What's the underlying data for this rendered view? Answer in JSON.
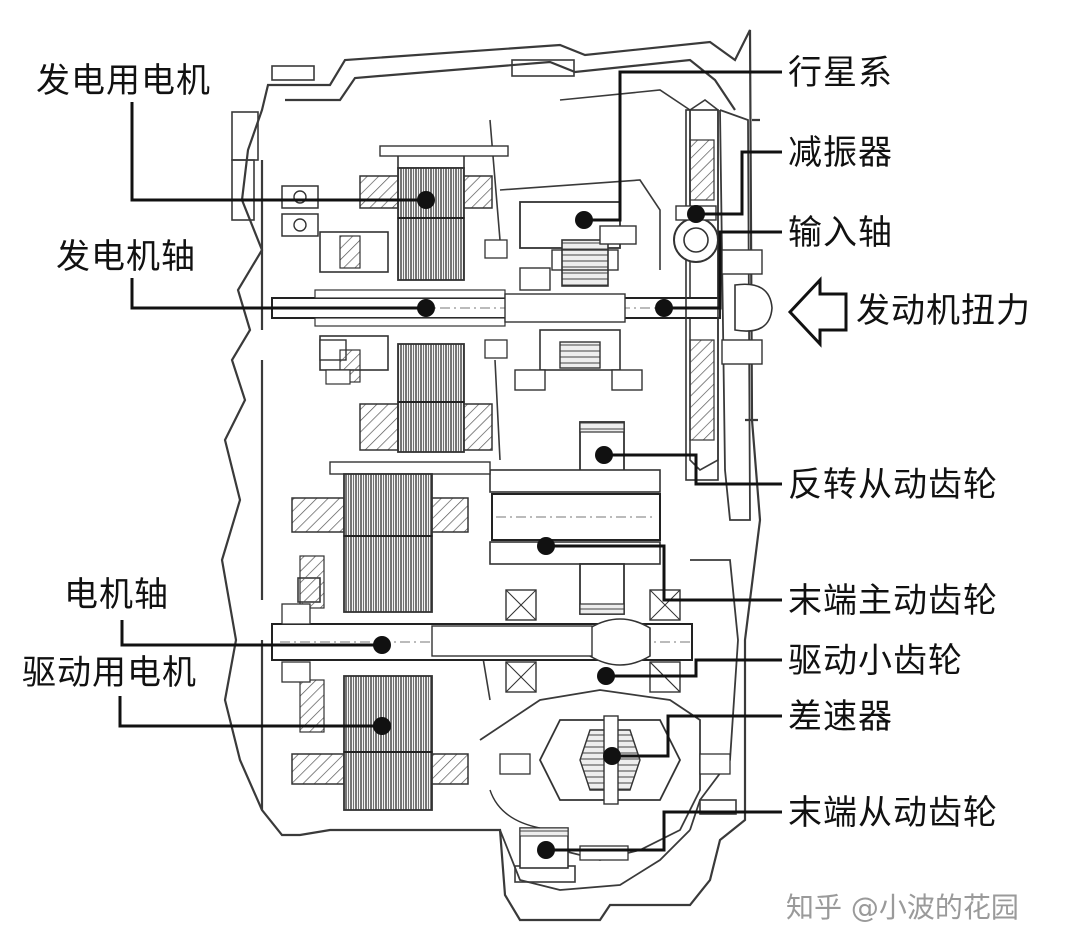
{
  "labels": {
    "generator_motor": "发电用电机",
    "generator_shaft": "发电机轴",
    "motor_shaft": "电机轴",
    "drive_motor": "驱动用电机",
    "planetary": "行星系",
    "damper": "减振器",
    "input_shaft": "输入轴",
    "engine_torque": "发动机扭力",
    "reverse_driven_gear": "反转从动齿轮",
    "final_drive_gear": "末端主动齿轮",
    "drive_pinion": "驱动小齿轮",
    "differential": "差速器",
    "final_driven_gear": "末端从动齿轮"
  },
  "watermark": "知乎 @小波的花园",
  "colors": {
    "line": "#111111",
    "drawing": "#3a3a3a",
    "background": "#ffffff"
  }
}
